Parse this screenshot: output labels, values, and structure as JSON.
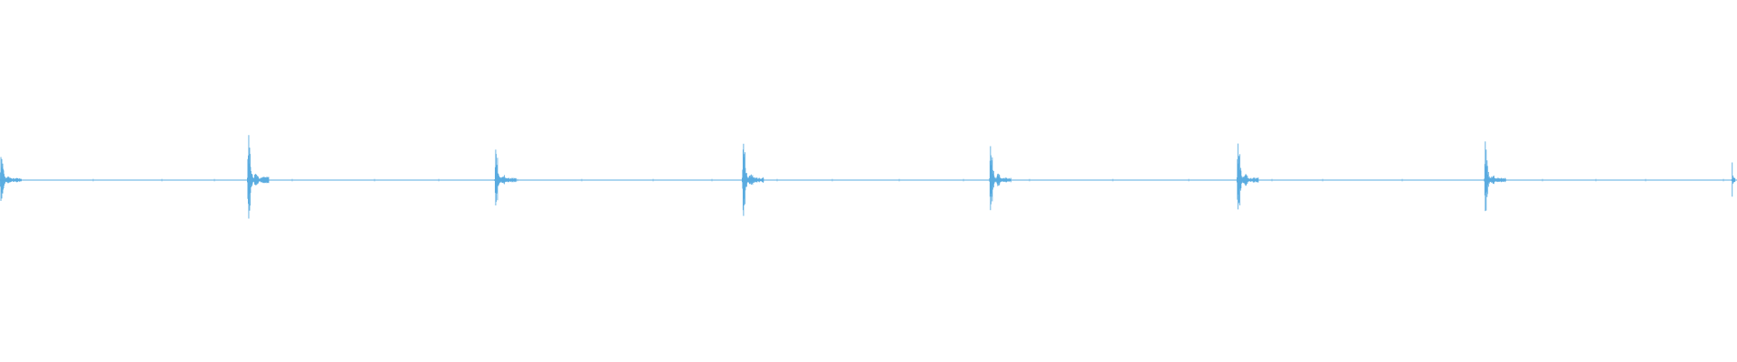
{
  "waveform": {
    "color": "#5aace0",
    "baseline_color": "#7bbde8",
    "duration_fraction_per_burst": 0.1428,
    "bursts": [
      {
        "position": 0.0,
        "peak_amplitude": 0.24
      },
      {
        "position": 0.1428,
        "peak_amplitude": 0.38
      },
      {
        "position": 0.2856,
        "peak_amplitude": 0.26
      },
      {
        "position": 0.4284,
        "peak_amplitude": 0.34
      },
      {
        "position": 0.5712,
        "peak_amplitude": 0.3
      },
      {
        "position": 0.714,
        "peak_amplitude": 0.3
      },
      {
        "position": 0.8568,
        "peak_amplitude": 0.26
      },
      {
        "position": 0.9996,
        "peak_amplitude": 0.26
      }
    ]
  }
}
